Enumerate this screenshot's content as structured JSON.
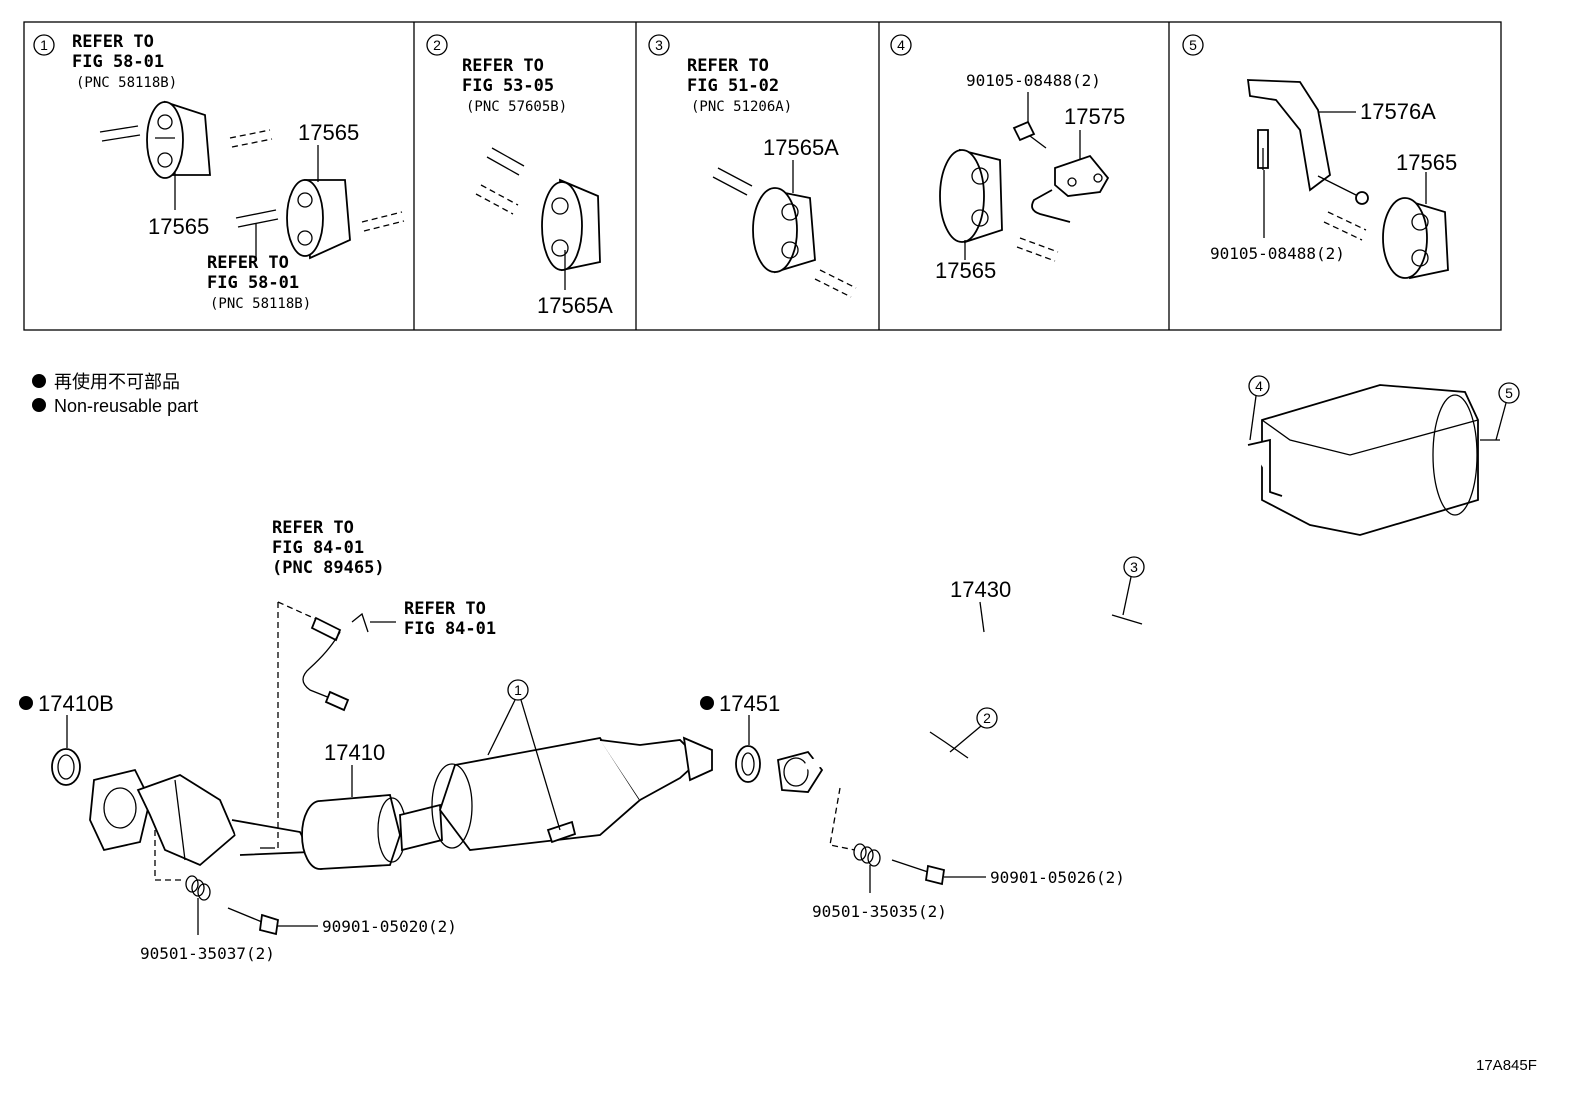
{
  "panels": [
    {
      "num": "1",
      "refer1": [
        "REFER TO",
        "FIG 58-01",
        "(PNC 58118B)"
      ],
      "refer2": [
        "REFER TO",
        "FIG 58-01",
        "(PNC 58118B)"
      ],
      "parts": [
        "17565",
        "17565"
      ]
    },
    {
      "num": "2",
      "refer": [
        "REFER TO",
        "FIG 53-05",
        "(PNC 57605B)"
      ],
      "parts": [
        "17565A"
      ]
    },
    {
      "num": "3",
      "refer": [
        "REFER TO",
        "FIG 51-02",
        "(PNC 51206A)"
      ],
      "parts": [
        "17565A"
      ]
    },
    {
      "num": "4",
      "parts": [
        "90105-08488(2)",
        "17575",
        "17565"
      ]
    },
    {
      "num": "5",
      "parts": [
        "17576A",
        "17565",
        "90105-08488(2)"
      ]
    }
  ],
  "legend": {
    "jp": "再使用不可部品",
    "en": "Non-reusable part",
    "bullet": "●"
  },
  "main": {
    "sensor_refer": [
      "REFER TO",
      "FIG 84-01",
      "(PNC 89465)"
    ],
    "clip_refer": [
      "REFER TO",
      "FIG 84-01"
    ],
    "gasket_front": "17410B",
    "front_pipe": "17410",
    "gasket_center": "17451",
    "center_pipe": "17430",
    "bolt_front": "90901-05020(2)",
    "spring_front": "90501-35037(2)",
    "bolt_center": "90901-05026(2)",
    "spring_center": "90501-35035(2)",
    "callouts": [
      "1",
      "2",
      "3",
      "4",
      "5"
    ]
  },
  "figure_code": "17A845F"
}
